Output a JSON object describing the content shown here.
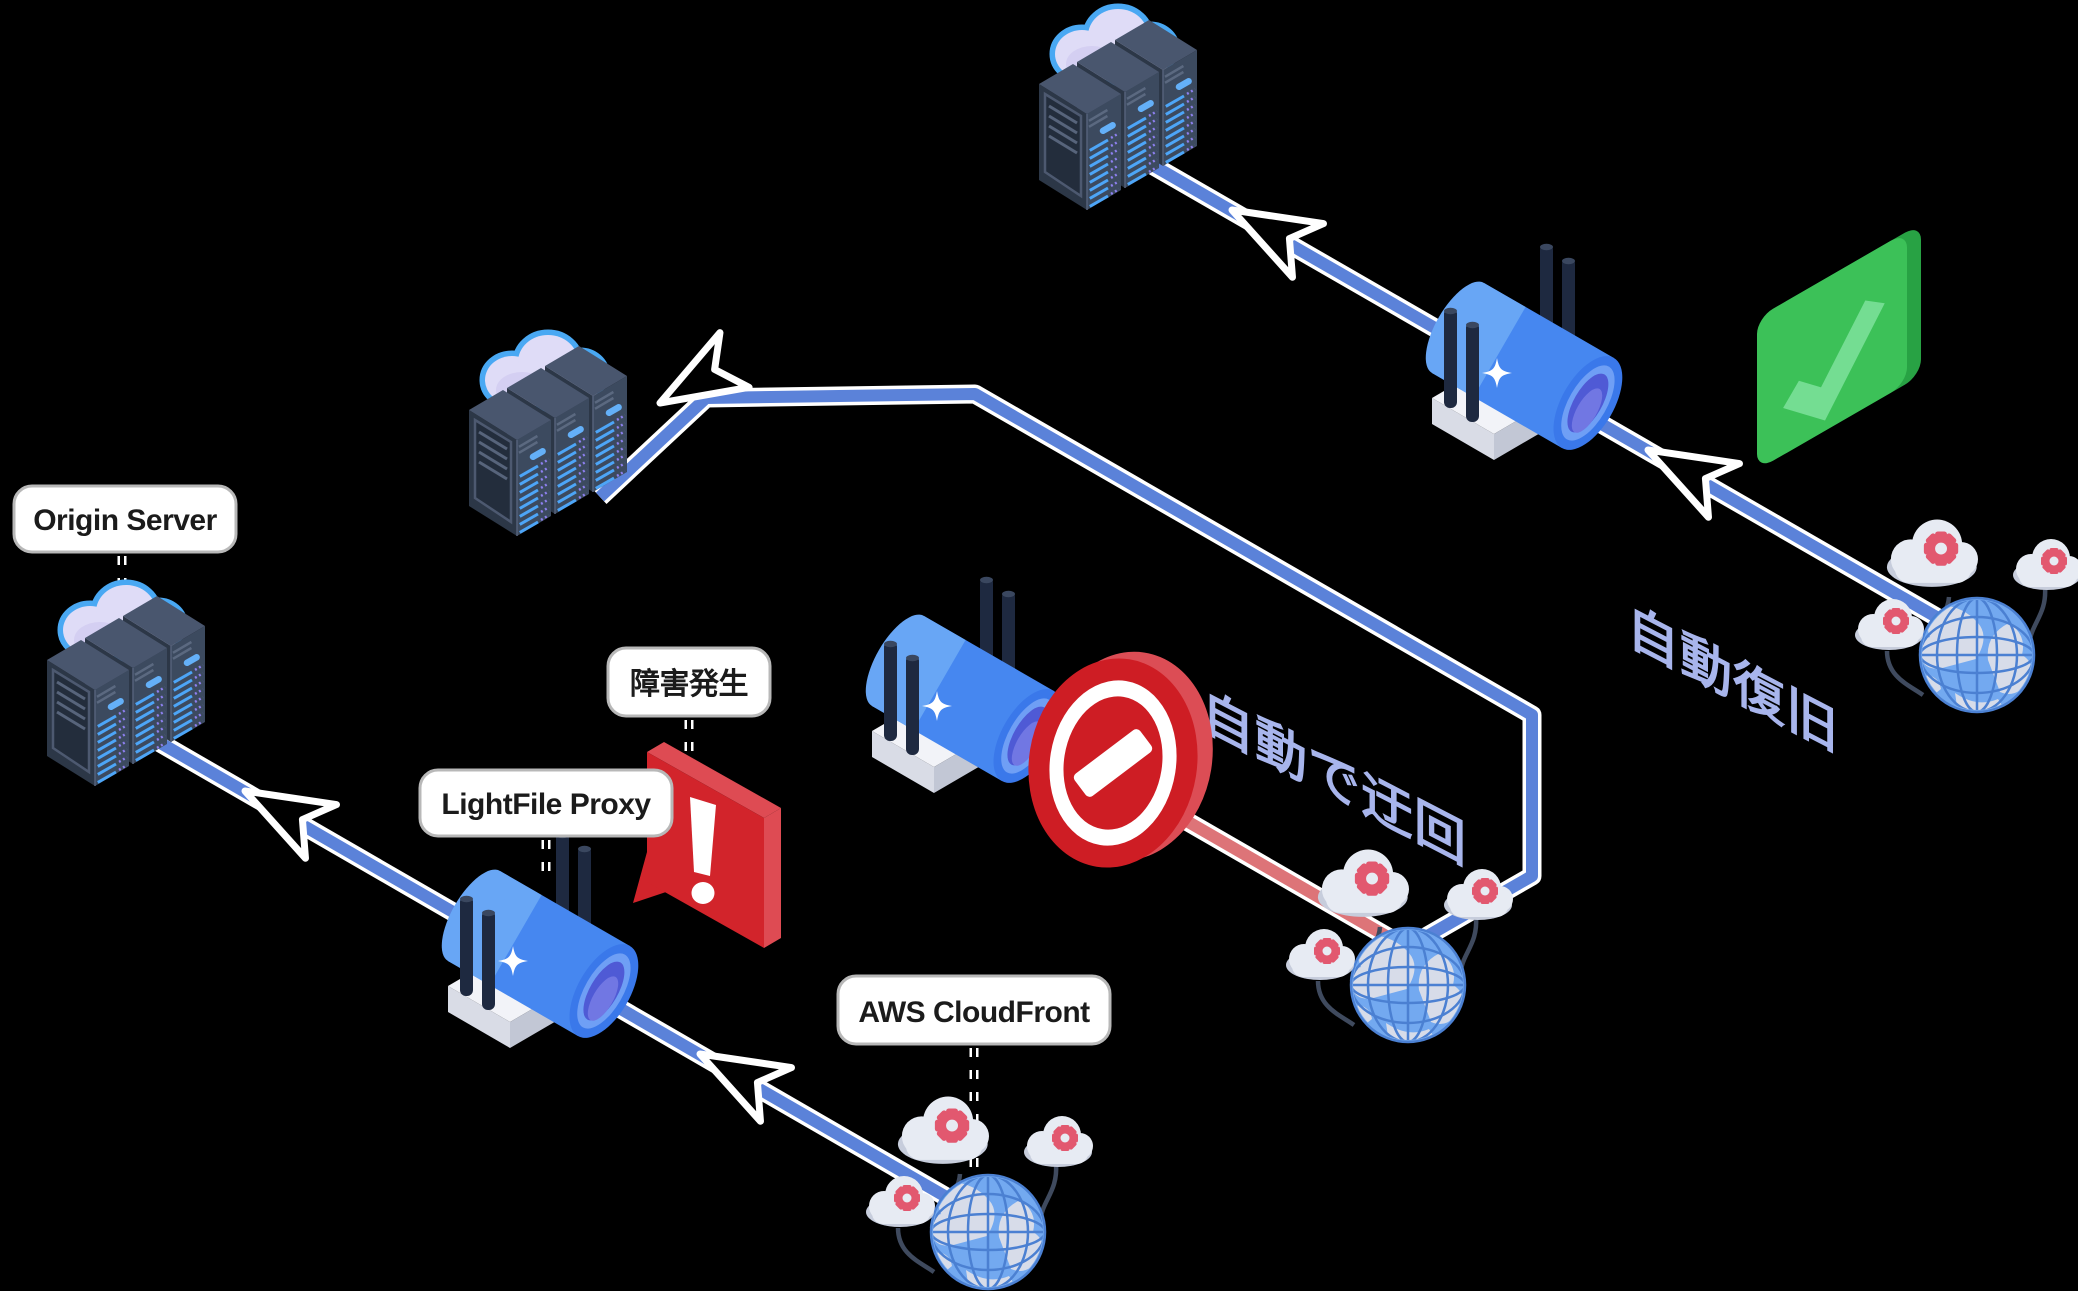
{
  "diagram": {
    "description": "CDN failover flow diagram",
    "labels": {
      "origin_server": "Origin Server",
      "lightfile_proxy": "LightFile Proxy",
      "failure_notice": "障害発生",
      "aws_cloudfront": "AWS CloudFront"
    },
    "annotations": {
      "auto_bypass": "自動で迂回",
      "auto_recovery": "自動復旧"
    },
    "icons": {
      "server": "isometric-server-rack-with-cloud",
      "proxy": "isometric-proxy-cylinder-device",
      "cdn_node": "globe-with-gear-clouds",
      "blocked": "no-entry-sign",
      "warning": "warning-exclamation-sign",
      "success": "green-check-badge",
      "flow_arrow": "hollow-arrowhead"
    },
    "colors": {
      "background": "#000000",
      "path_blue": "#5b82d9",
      "path_red": "#dd7478",
      "annotation_text": "#a8b5ec",
      "alert_red": "#d2242b",
      "prohibit_red": "#ce1d24",
      "success_green": "#3cc158",
      "device_blue": "#4687f0",
      "globe_blue": "#73a9f0",
      "gear_pink": "#e2586f",
      "server_dark": "#3c4a5f",
      "cloud_lavender": "#dfdcf7",
      "label_bg": "#ffffff",
      "label_border": "#b8b8b8",
      "label_text": "#1b1b1b"
    }
  }
}
